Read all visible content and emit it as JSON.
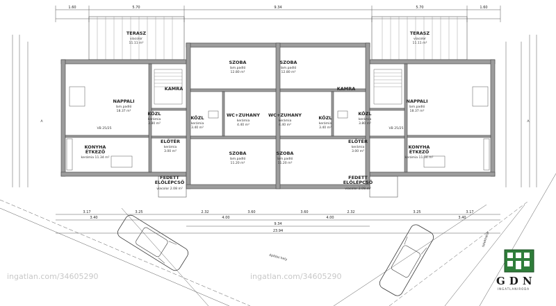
{
  "dimensions_top": [
    "1.60",
    "5.70",
    "9.34",
    "5.70",
    "1.60"
  ],
  "dimensions_bottom": [
    "3.17",
    "3.25",
    "2.32",
    "3.60",
    "3.60",
    "2.32",
    "3.25",
    "3.17"
  ],
  "dimensions_bottom2": [
    "3.40",
    "4.00",
    "4.00",
    "3.40"
  ],
  "total_inner": "9.34",
  "total_width": "23.94",
  "rooms": [
    {
      "name": "TERASZ",
      "floor": "viacolor",
      "area": "11.11 m²"
    },
    {
      "name": "TERASZ",
      "floor": "viacolor",
      "area": "11.11 m²"
    },
    {
      "name": "SZOBA",
      "floor": "lam.padló",
      "area": "12.80 m²"
    },
    {
      "name": "SZOBA",
      "floor": "lam.padló",
      "area": "12.80 m²"
    },
    {
      "name": "KAMRA",
      "floor": "",
      "area": ""
    },
    {
      "name": "KAMRA",
      "floor": "",
      "area": ""
    },
    {
      "name": "NAPPALI",
      "floor": "lam.padló",
      "area": "18.37 m²"
    },
    {
      "name": "NAPPALI",
      "floor": "lam.padló",
      "area": "18.37 m²"
    },
    {
      "name": "KÖZL",
      "floor": "kerámia",
      "area": "3.80 m²"
    },
    {
      "name": "KÖZL",
      "floor": "kerámia",
      "area": "3.80 m²"
    },
    {
      "name": "WC+ZUHANY",
      "floor": "kerámia",
      "area": "4.40 m²"
    },
    {
      "name": "WC+ZUHANY",
      "floor": "kerámia",
      "area": "4.40 m²"
    },
    {
      "name": "KÖZL",
      "floor": "kerámia",
      "area": "3.40 m²"
    },
    {
      "name": "KÖZL",
      "floor": "kerámia",
      "area": "3.40 m²"
    },
    {
      "name": "ELŐTÉR",
      "floor": "kerámia",
      "area": "3.00 m²"
    },
    {
      "name": "ELŐTÉR",
      "floor": "kerámia",
      "area": "3.00 m²"
    },
    {
      "name": "KONYHA",
      "floor": "ÉTKEZŐ",
      "area": "kerámia 11.34 m²"
    },
    {
      "name": "KONYHA",
      "floor": "ÉTKEZŐ",
      "area": "kerámia 11.34 m²"
    },
    {
      "name": "SZOBA",
      "floor": "lam.padló",
      "area": "11.20 m²"
    },
    {
      "name": "SZOBA",
      "floor": "lam.padló",
      "area": "11.20 m²"
    },
    {
      "name": "FEDETT",
      "floor": "ELŐLÉPCSŐ",
      "area": "viacolor 2.08 m²"
    },
    {
      "name": "FEDETT",
      "floor": "ELŐLÉPCSŐ",
      "area": "viacolor 2.08 m²"
    }
  ],
  "beam_labels": [
    "VB 25/25",
    "VB 25/25"
  ],
  "site_label": "építési hely",
  "neighbour_label": "telekhatár",
  "section_marks": [
    "A",
    "A"
  ],
  "watermarks": [
    "ingatlan.com/34605290",
    "ingatlan.com/34605290"
  ],
  "logo": {
    "text": "GDN",
    "sub": "INGATLANIRODA"
  }
}
